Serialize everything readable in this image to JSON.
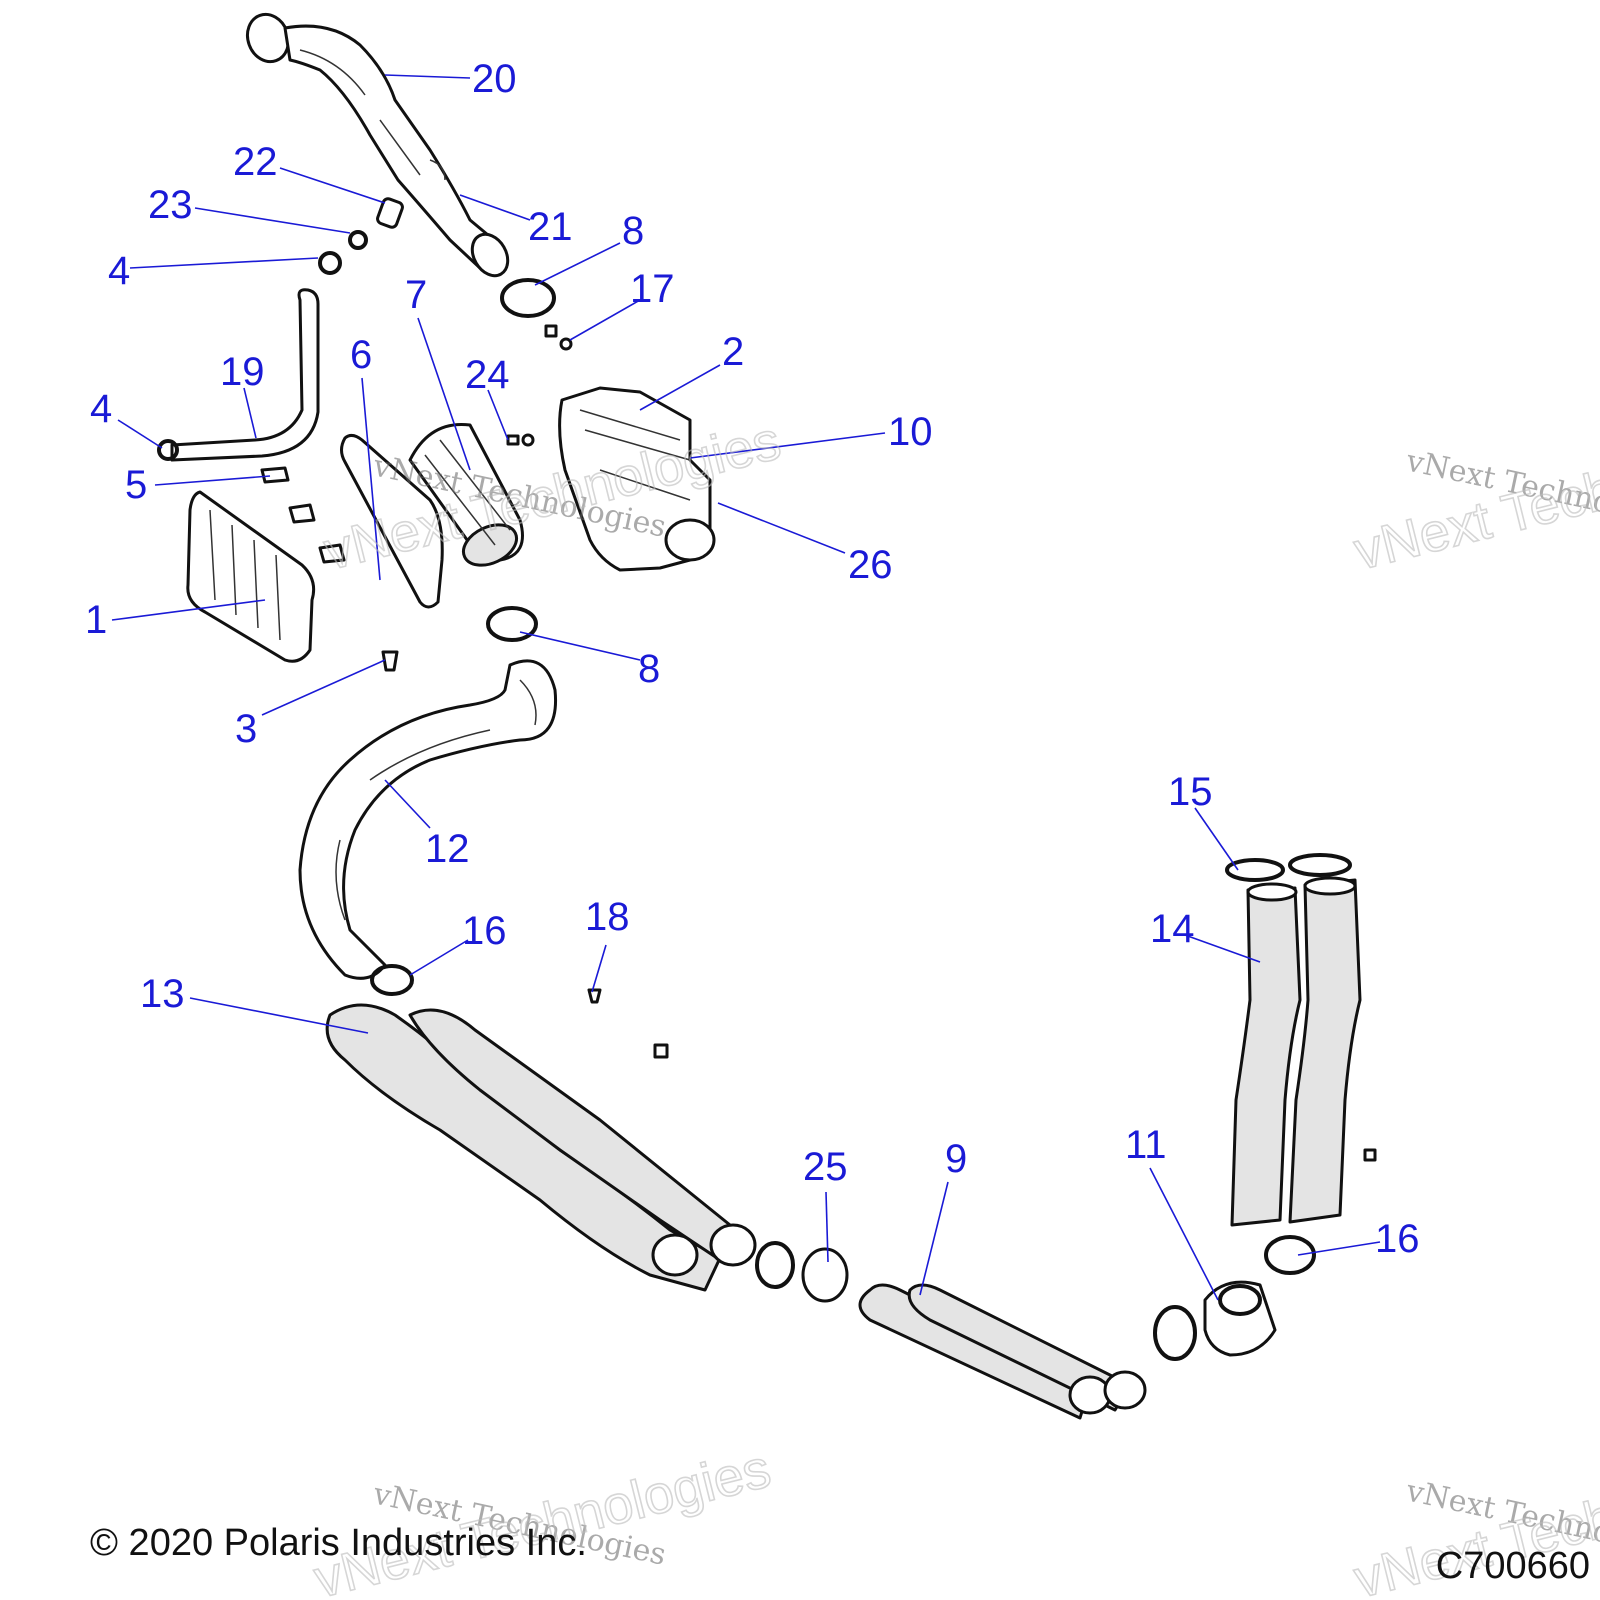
{
  "diagram": {
    "callouts": [
      "20",
      "22",
      "21",
      "23",
      "8",
      "4",
      "17",
      "7",
      "2",
      "19",
      "6",
      "24",
      "4",
      "10",
      "5",
      "26",
      "1",
      "8",
      "3",
      "12",
      "15",
      "14",
      "18",
      "16",
      "13",
      "11",
      "25",
      "9",
      "16"
    ],
    "watermarks": {
      "small": [
        "vNext Technologies",
        "vNext Technologies",
        "vNext Technologies",
        "vNext Technologies"
      ],
      "large": [
        "vNext Technologies",
        "vNext Technologies",
        "vNext Technologies",
        "vNext Technologies"
      ]
    },
    "footer": {
      "copyright": "© 2020 Polaris Industries Inc.",
      "figure_code": "C700660"
    },
    "colors": {
      "callout": "#1a1ad6",
      "line": "#111111",
      "shade": "#e4e4e4"
    }
  }
}
